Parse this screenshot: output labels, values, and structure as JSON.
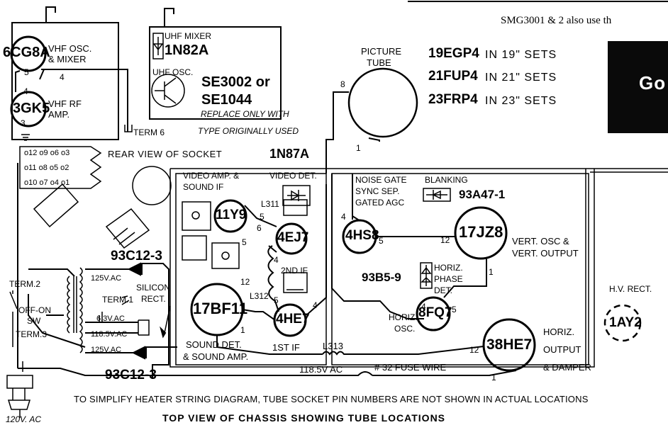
{
  "top_note": "SMG3001 & 2 also use th",
  "brand_partial": "Go",
  "socket_labels": {
    "rear_view": "REAR VIEW OF SOCKET",
    "pins_row1": "o12 o9  o6 o3",
    "pins_row2": "o11 o8  o5 o2",
    "pins_row3": "o10 o7  o4 o1"
  },
  "tubes": {
    "6cg8a": "6CG8A",
    "3gk5": "3GK5",
    "11y9": "11Y9",
    "4ej7": "4EJ7",
    "17bf11": "17BF11",
    "4he7": "4HE7",
    "4hs8": "4HS8",
    "17jz8": "17JZ8",
    "8fq7": "8FQ7",
    "38he7": "38HE7",
    "1ay2": "1AY2"
  },
  "labels": {
    "vhf_osc_mixer_1": "VHF OSC.",
    "vhf_osc_mixer_2": "& MIXER",
    "vhf_rf_1": "VHF RF",
    "vhf_rf_2": "AMP.",
    "uhf_mixer": "UHF MIXER",
    "uhf_diode": "1N82A",
    "uhf_osc": "UHF OSC.",
    "se3002": "SE3002 or",
    "se1044": "SE1044",
    "replace_1": "REPLACE ONLY WITH",
    "replace_2": "TYPE ORIGINALLY USED",
    "term6": "TERM 6",
    "picture_tube_1": "PICTURE",
    "picture_tube_2": "TUBE",
    "ct19": "19EGP4",
    "ct19_sets": "IN 19\" SETS",
    "ct21": "21FUP4",
    "ct21_sets": "IN 21\" SETS",
    "ct23": "23FRP4",
    "ct23_sets": "IN 23\" SETS",
    "video_amp_1": "VIDEO AMP. &",
    "video_amp_2": "SOUND IF",
    "video_det": "VIDEO DET.",
    "diode_1n87a": "1N87A",
    "l311": "L311",
    "second_if": "2ND IF",
    "l312": "L312",
    "noise_1": "NOISE GATE",
    "noise_2": "SYNC SEP.",
    "noise_3": "GATED AGC",
    "blanking": "BLANKING",
    "diode_93a47": "93A47-1",
    "vert_1": "VERT. OSC &",
    "vert_2": "VERT. OUTPUT",
    "diode_93b5": "93B5-9",
    "horiz_phase_1": "HORIZ.",
    "horiz_phase_2": "PHASE",
    "horiz_phase_3": "DET.",
    "horiz_osc_1": "HORIZ.",
    "horiz_osc_2": "OSC.",
    "hv_rect": "H.V. RECT.",
    "term2": "TERM.2",
    "offon": "OFF-ON",
    "sw": "SW",
    "term3": "TERM.3",
    "v125_top": "125V.AC",
    "term1": "TERM.1",
    "silicon_1": "SILICON",
    "silicon_2": "RECT.",
    "v63": "6.3V.AC",
    "v1185_left": "118.5V.AC",
    "v125_bot": "125V.AC",
    "rect_top": "93C12-3",
    "rect_bot": "93C12-3",
    "sound_det_1": "SOUND DET.",
    "sound_det_2": "& SOUND AMP.",
    "first_if": "1ST IF",
    "l313": "L313",
    "v1185_bottom": "118.5V AC",
    "fuse": "# 32 FUSE WIRE",
    "horiz_out_1": "HORIZ.",
    "horiz_out_2": "OUTPUT",
    "horiz_out_3": "& DAMPER",
    "v120": "120V. AC",
    "note": "TO SIMPLIFY HEATER STRING DIAGRAM, TUBE SOCKET PIN NUMBERS ARE NOT SHOWN IN ACTUAL LOCATIONS",
    "caption": "TOP VIEW OF CHASSIS SHOWING TUBE LOCATIONS"
  },
  "pins": {
    "p6cg8a_5": "5",
    "p6cg8a_4": "4",
    "p3gk5_4": "4",
    "p3gk5_3": "3",
    "pic_8": "8",
    "pic_1": "1",
    "p11y9_6": "6",
    "p11y9_5": "5",
    "p4ej7_5": "5",
    "p4ej7_4": "4",
    "p17bf11_12": "12",
    "p17bf11_1": "1",
    "p4he7_5": "5",
    "p4he7_4": "4",
    "p4hs8_4": "4",
    "p4hs8_5": "5",
    "p17jz8_12": "12",
    "p17jz8_1": "1",
    "p8fq7_4": "4",
    "p8fq7_5": "5",
    "p38he7_12": "12",
    "p38he7_1": "1"
  }
}
